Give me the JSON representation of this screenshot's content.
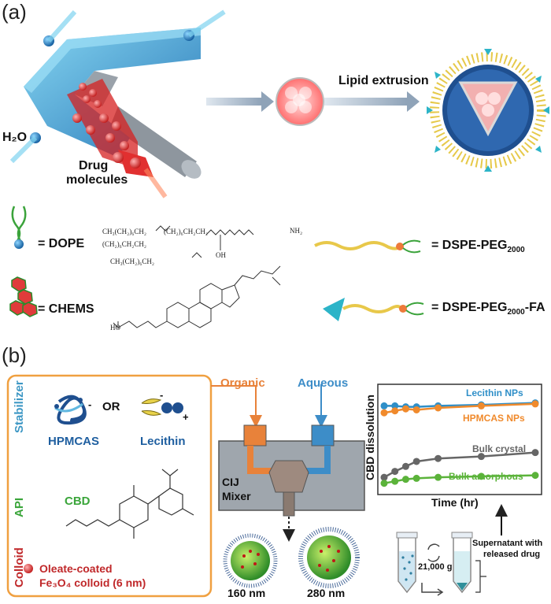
{
  "panel_a": {
    "label": "(a)",
    "water_label": "H₂O",
    "drug_label_line1": "Drug",
    "drug_label_line2": "molecules",
    "extrusion_label": "Lipid extrusion",
    "lipids": {
      "dope": "= DOPE",
      "chems": "= CHEMS",
      "dspe_peg": "= DSPE-PEG",
      "dspe_peg_sub": "2000",
      "dspe_peg_fa": "= DSPE-PEG",
      "dspe_peg_fa_sub": "2000",
      "dspe_peg_fa_suffix": "-FA"
    },
    "dope_formula_top": "CH₃(CH₂)₆CH₂",
    "dope_formula_mid": "(CH₂)₆CH₂CH₂",
    "dope_formula_bot": "CH₃(CH₂)₆CH₂",
    "dope_formula_right": "(CH₂)₆CH₂CH₂",
    "dope_nh2": "NH₂",
    "dope_oh": "OH",
    "chems_ho": "HO"
  },
  "panel_b": {
    "label": "(b)",
    "side_labels": {
      "stabilizer": "Stabilizer",
      "api": "API",
      "colloid": "Colloid"
    },
    "hpmcas": "HPMCAS",
    "or": "OR",
    "lecithin": "Lecithin",
    "cbd": "CBD",
    "colloid_line1": "Oleate-coated",
    "colloid_line2": "Fe₃O₄ colloid (6 nm)",
    "organic": "Organic",
    "aqueous": "Aqueous",
    "mixer_line1": "CIJ",
    "mixer_line2": "Mixer",
    "size_small": "160 nm",
    "size_large": "280 nm",
    "centrifuge": "21,000 g",
    "supernatant_line1": "Supernatant with",
    "supernatant_line2": "released drug",
    "colors": {
      "organic": "#e8823a",
      "aqueous": "#3d8dc8",
      "orange_box": "#f0a040",
      "stabilizer": "#3d97c4",
      "api": "#3aa53a",
      "colloid": "#c0282a"
    }
  },
  "chart_data": {
    "type": "line",
    "title": "",
    "xlabel": "Time (hr)",
    "ylabel": "CBD dissolution",
    "grid": false,
    "series": [
      {
        "name": "Lecithin NPs",
        "color": "#2f8fc8",
        "x": [
          0,
          0.5,
          1,
          1.5,
          2.5,
          4.5,
          7
        ],
        "y": [
          0.83,
          0.83,
          0.82,
          0.82,
          0.83,
          0.84,
          0.86
        ]
      },
      {
        "name": "HPMCAS NPs",
        "color": "#f08a2c",
        "x": [
          0,
          0.5,
          1,
          1.5,
          2.5,
          4.5,
          7
        ],
        "y": [
          0.76,
          0.78,
          0.8,
          0.79,
          0.81,
          0.83,
          0.85
        ]
      },
      {
        "name": "Bulk crystal",
        "color": "#666666",
        "x": [
          0,
          0.5,
          1,
          1.5,
          2.5,
          4.5,
          7
        ],
        "y": [
          0.11,
          0.17,
          0.22,
          0.27,
          0.3,
          0.32,
          0.36
        ]
      },
      {
        "name": "Bulk amorphous",
        "color": "#5bb33a",
        "x": [
          0,
          0.5,
          1,
          1.5,
          2.5,
          4.5,
          7
        ],
        "y": [
          0.05,
          0.07,
          0.09,
          0.1,
          0.11,
          0.12,
          0.13
        ]
      }
    ]
  }
}
